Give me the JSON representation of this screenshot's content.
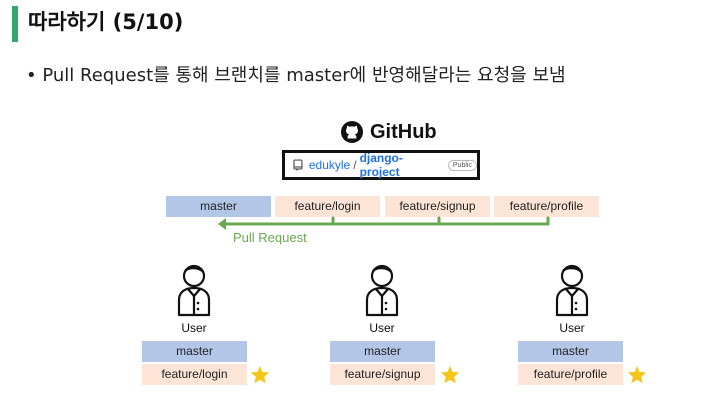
{
  "title": "따라하기 (5/10)",
  "bullet": "• Pull Request를 통해 브랜치를 master에 반영해달라는 요청을 보냄",
  "github": {
    "logo_text": "GitHub",
    "repo_owner": "edukyle",
    "repo_separator": "/",
    "repo_name": "django-project",
    "visibility_badge": "Public"
  },
  "branches": {
    "master": "master",
    "login": "feature/login",
    "signup": "feature/signup",
    "profile": "feature/profile"
  },
  "pull_request_label": "Pull Request",
  "users": [
    {
      "label": "User",
      "master": "master",
      "feature": "feature/login"
    },
    {
      "label": "User",
      "master": "master",
      "feature": "feature/signup"
    },
    {
      "label": "User",
      "master": "master",
      "feature": "feature/profile"
    }
  ],
  "colors": {
    "accent_bar": "#2fa86a",
    "master_box": "#b4c6e7",
    "feature_box": "#fce4d6",
    "pull_request_arrow": "#6aa84f",
    "star": "#f5c518",
    "repo_link": "#1f6feb"
  }
}
